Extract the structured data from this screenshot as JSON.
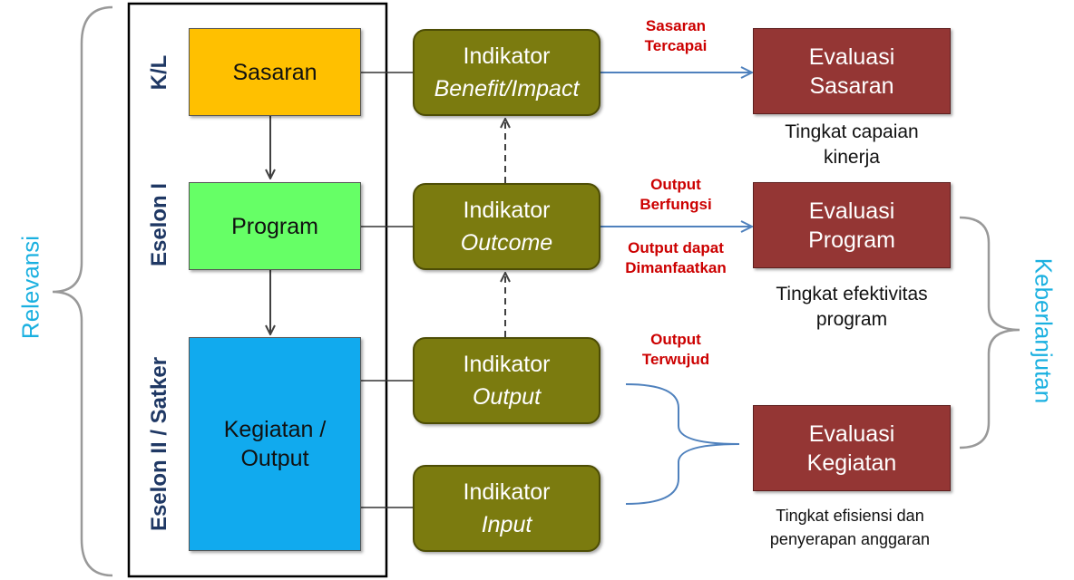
{
  "side_labels": {
    "left": "Relevansi",
    "right": "Keberlanjutan"
  },
  "levels": {
    "kl": "K/L",
    "eselon1": "Eselon I",
    "eselon2": "Eselon II / Satker"
  },
  "level_boxes": {
    "sasaran": "Sasaran",
    "program": "Program",
    "kegiatan_line1": "Kegiatan /",
    "kegiatan_line2": "Output"
  },
  "indicators": [
    {
      "word": "Indikator",
      "type": "Benefit/Impact"
    },
    {
      "word": "Indikator",
      "type": "Outcome"
    },
    {
      "word": "Indikator",
      "type": "Output"
    },
    {
      "word": "Indikator",
      "type": "Input"
    }
  ],
  "labels": {
    "sasaran_tercapai": [
      "Sasaran",
      "Tercapai"
    ],
    "output_berfungsi": [
      "Output",
      "Berfungsi"
    ],
    "output_dimanfaatkan": [
      "Output dapat",
      "Dimanfaatkan"
    ],
    "output_terwujud": [
      "Output",
      "Terwujud"
    ]
  },
  "evaluations": [
    {
      "line1": "Evaluasi",
      "line2": "Sasaran",
      "desc": [
        "Tingkat capaian",
        "kinerja"
      ]
    },
    {
      "line1": "Evaluasi",
      "line2": "Program",
      "desc": [
        "Tingkat efektivitas",
        "program"
      ]
    },
    {
      "line1": "Evaluasi",
      "line2": "Kegiatan",
      "desc": [
        "Tingkat efisiensi dan",
        "penyerapan anggaran"
      ]
    }
  ]
}
